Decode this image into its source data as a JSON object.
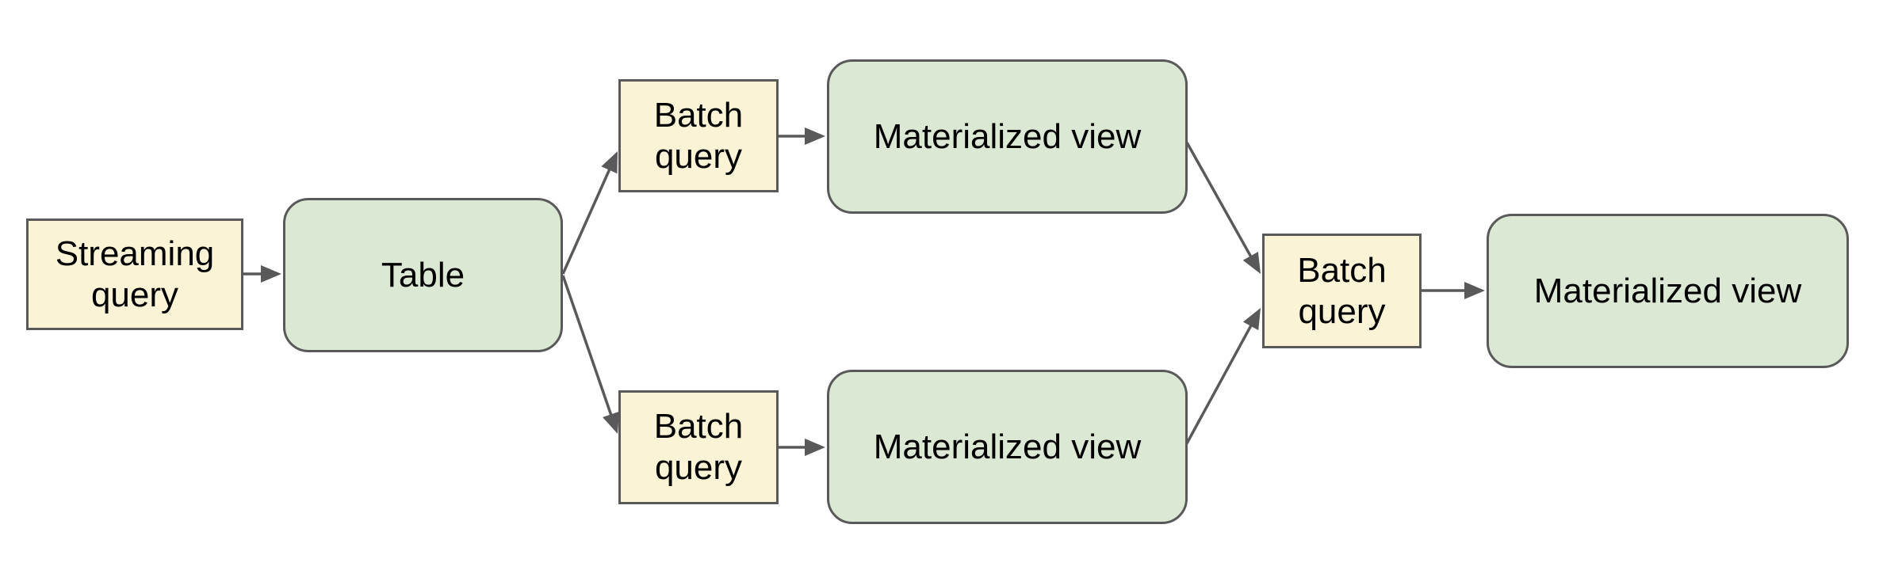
{
  "diagram": {
    "background": "#ffffff",
    "colors": {
      "query_box_fill": "#FBF3D5",
      "view_box_fill": "#DBE8D4",
      "box_border": "#595959",
      "arrow": "#595959",
      "label_text": "#000000"
    },
    "nodes": [
      {
        "id": "streaming-query",
        "label": "Streaming query",
        "kind": "query"
      },
      {
        "id": "table",
        "label": "Table",
        "kind": "view"
      },
      {
        "id": "batch-query-top",
        "label": "Batch query",
        "kind": "query"
      },
      {
        "id": "materialized-view-top",
        "label": "Materialized view",
        "kind": "view"
      },
      {
        "id": "batch-query-bottom",
        "label": "Batch query",
        "kind": "query"
      },
      {
        "id": "materialized-view-bottom",
        "label": "Materialized view",
        "kind": "view"
      },
      {
        "id": "batch-query-final",
        "label": "Batch query",
        "kind": "query"
      },
      {
        "id": "materialized-view-final",
        "label": "Materialized view",
        "kind": "view"
      }
    ],
    "edges": [
      {
        "from": "streaming-query",
        "to": "table"
      },
      {
        "from": "table",
        "to": "batch-query-top"
      },
      {
        "from": "table",
        "to": "batch-query-bottom"
      },
      {
        "from": "batch-query-top",
        "to": "materialized-view-top"
      },
      {
        "from": "batch-query-bottom",
        "to": "materialized-view-bottom"
      },
      {
        "from": "materialized-view-top",
        "to": "batch-query-final"
      },
      {
        "from": "materialized-view-bottom",
        "to": "batch-query-final"
      },
      {
        "from": "batch-query-final",
        "to": "materialized-view-final"
      }
    ]
  }
}
